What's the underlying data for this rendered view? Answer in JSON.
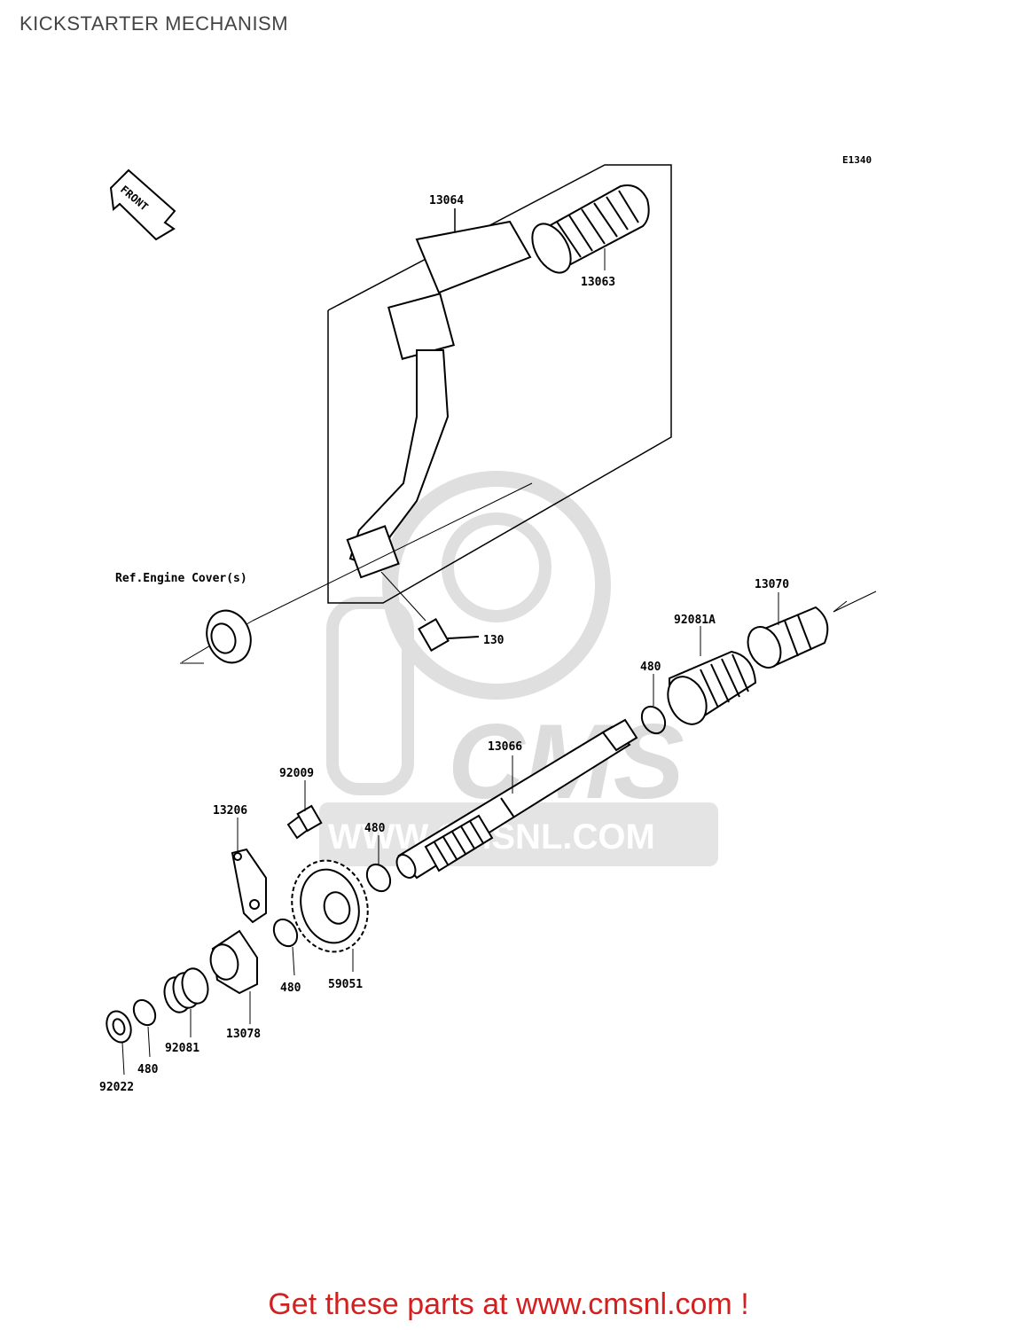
{
  "title": "KICKSTARTER MECHANISM",
  "diagram_code": "E1340",
  "front_label": "FRONT",
  "reference_note": "Ref.Engine Cover(s)",
  "parts": {
    "p13064": "13064",
    "p13063": "13063",
    "p130": "130",
    "p13070": "13070",
    "p92081A": "92081A",
    "p480_a": "480",
    "p13066": "13066",
    "p92009": "92009",
    "p13206": "13206",
    "p480_b": "480",
    "p59051": "59051",
    "p480_c": "480",
    "p13078": "13078",
    "p92081": "92081",
    "p480_d": "480",
    "p92022": "92022"
  },
  "watermark": {
    "brand": "CMS",
    "site": "WWW.CMSNL.COM"
  },
  "footer": "Get these parts at www.cmsnl.com !",
  "colors": {
    "footer_text": "#d41f1f",
    "line_art": "#000000",
    "watermark": "#d9d9d9"
  }
}
